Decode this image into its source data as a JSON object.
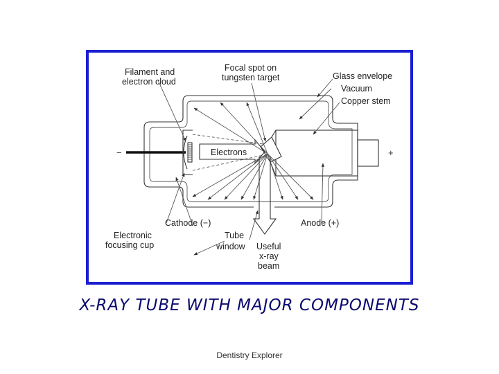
{
  "diagram": {
    "labels": {
      "filament": [
        "Filament and",
        "electron cloud"
      ],
      "focal_spot": [
        "Focal spot on",
        "tungsten target"
      ],
      "glass_envelope": "Glass envelope",
      "vacuum": "Vacuum",
      "copper_stem": "Copper stem",
      "electrons": "Electrons",
      "cathode": "Cathode (−)",
      "anode": "Anode (+)",
      "focusing_cup": [
        "Electronic",
        "focusing cup"
      ],
      "tube_window": [
        "Tube",
        "window"
      ],
      "useful_beam": [
        "Useful",
        "x-ray",
        "beam"
      ],
      "minus_sign": "−",
      "plus_sign": "+"
    },
    "frame_color": "#1a1fd0"
  },
  "caption": "X-RAY TUBE WITH MAJOR COMPONENTS",
  "footer": "Dentistry Explorer"
}
